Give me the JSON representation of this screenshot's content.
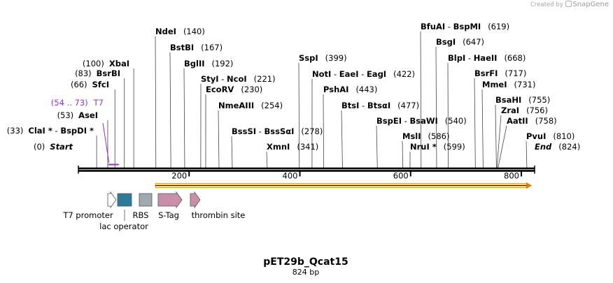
{
  "watermark": {
    "prefix": "Created by",
    "brand": "SnapGene"
  },
  "plasmid": {
    "name": "pET29b_Qcat15",
    "length_label": "824 bp",
    "length_bp": 824
  },
  "ruler": {
    "ticks": [
      200,
      400,
      600,
      800
    ]
  },
  "primer": {
    "name": "T7",
    "range": "(54 .. 73)",
    "start": 54,
    "end": 73,
    "color": "#9b30c8"
  },
  "sites": [
    {
      "parts": [
        "Start"
      ],
      "pos": "(0)",
      "bp": 0,
      "italic": true,
      "side": "left"
    },
    {
      "parts": [
        "ClaI *",
        "BspDI *"
      ],
      "pos": "(33)",
      "bp": 33,
      "side": "left"
    },
    {
      "parts": [
        "AseI"
      ],
      "pos": "(53)",
      "bp": 53,
      "side": "left"
    },
    {
      "parts": [
        "SfcI"
      ],
      "pos": "(66)",
      "bp": 66,
      "side": "left"
    },
    {
      "parts": [
        "BsrBI"
      ],
      "pos": "(83)",
      "bp": 83,
      "side": "left"
    },
    {
      "parts": [
        "XbaI"
      ],
      "pos": "(100)",
      "bp": 100,
      "side": "left"
    },
    {
      "parts": [
        "NdeI"
      ],
      "pos": "(140)",
      "bp": 140
    },
    {
      "parts": [
        "BstBI"
      ],
      "pos": "(167)",
      "bp": 167
    },
    {
      "parts": [
        "BglII"
      ],
      "pos": "(192)",
      "bp": 192
    },
    {
      "parts": [
        "StyI",
        "NcoI"
      ],
      "pos": "(221)",
      "bp": 221
    },
    {
      "parts": [
        "EcoRV"
      ],
      "pos": "(230)",
      "bp": 230
    },
    {
      "parts": [
        "NmeAIII"
      ],
      "pos": "(254)",
      "bp": 254
    },
    {
      "parts": [
        "BssSI",
        "BssSαI"
      ],
      "pos": "(278)",
      "bp": 278
    },
    {
      "parts": [
        "XmnI"
      ],
      "pos": "(341)",
      "bp": 341
    },
    {
      "parts": [
        "SspI"
      ],
      "pos": "(399)",
      "bp": 399
    },
    {
      "parts": [
        "NotI",
        "EaeI",
        "EagI"
      ],
      "pos": "(422)",
      "bp": 422
    },
    {
      "parts": [
        "PshAI"
      ],
      "pos": "(443)",
      "bp": 443
    },
    {
      "parts": [
        "BtsI",
        "BtsαI"
      ],
      "pos": "(477)",
      "bp": 477
    },
    {
      "parts": [
        "BspEI",
        "BsaWI"
      ],
      "pos": "(540)",
      "bp": 540
    },
    {
      "parts": [
        "MslI"
      ],
      "pos": "(586)",
      "bp": 586
    },
    {
      "parts": [
        "NruI *"
      ],
      "pos": "(599)",
      "bp": 599
    },
    {
      "parts": [
        "BfuAI",
        "BspMI"
      ],
      "pos": "(619)",
      "bp": 619
    },
    {
      "parts": [
        "BsgI"
      ],
      "pos": "(647)",
      "bp": 647
    },
    {
      "parts": [
        "BlpI",
        "HaeII"
      ],
      "pos": "(668)",
      "bp": 668
    },
    {
      "parts": [
        "BsrFI"
      ],
      "pos": "(717)",
      "bp": 717
    },
    {
      "parts": [
        "MmeI"
      ],
      "pos": "(731)",
      "bp": 731
    },
    {
      "parts": [
        "BsaHI"
      ],
      "pos": "(755)",
      "bp": 755
    },
    {
      "parts": [
        "ZraI"
      ],
      "pos": "(756)",
      "bp": 756
    },
    {
      "parts": [
        "AatII"
      ],
      "pos": "(758)",
      "bp": 758
    },
    {
      "parts": [
        "PvuI"
      ],
      "pos": "(810)",
      "bp": 810
    },
    {
      "parts": [
        "End"
      ],
      "pos": "(824)",
      "bp": 824,
      "italic": true
    }
  ],
  "features": {
    "orf_color": "#f0a020",
    "legend": [
      {
        "name": "T7 promoter",
        "shape": "arrow-white",
        "color": "#ffffff"
      },
      {
        "name": "lac operator",
        "shape": "box",
        "color": "#2d7b98"
      },
      {
        "name": "RBS",
        "shape": "box",
        "color": "#a0a8b0"
      },
      {
        "name": "S-Tag",
        "shape": "arrow",
        "color": "#c890a8"
      },
      {
        "name": "thrombin site",
        "shape": "arrow",
        "color": "#c890a8"
      }
    ]
  }
}
